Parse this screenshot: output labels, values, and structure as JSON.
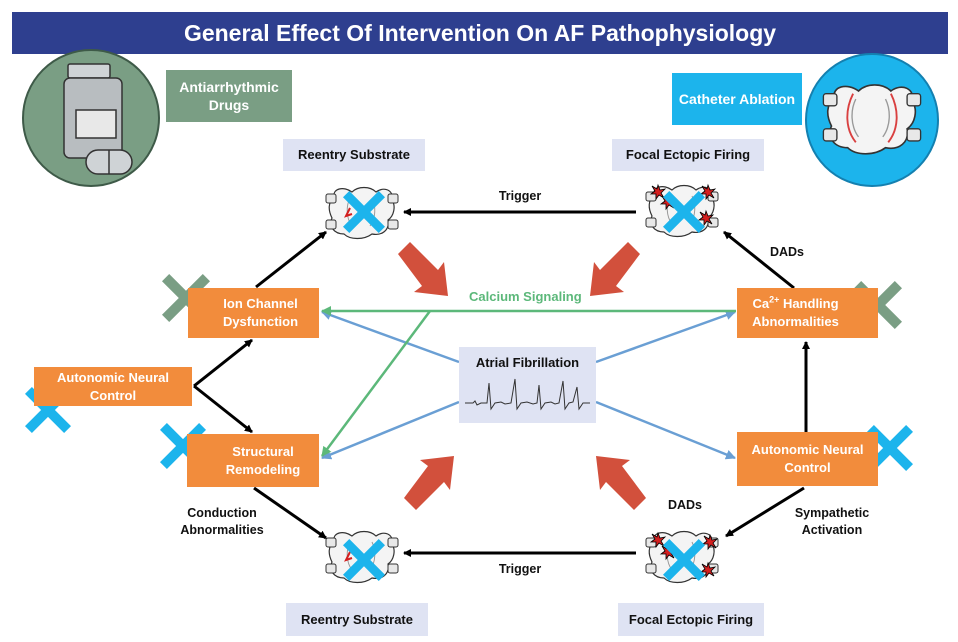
{
  "title": "General Effect Of Intervention On AF Pathophysiology",
  "legend": {
    "drugs": "Antiarrhythmic Drugs",
    "ablation": "Catheter Ablation"
  },
  "nodes": {
    "reentry_top": "Reentry Substrate",
    "focal_top": "Focal Ectopic Firing",
    "ion_channel": "Ion Channel Dysfunction",
    "ca_handling_pre": "Ca",
    "ca_handling_sup": "2+",
    "ca_handling_post": " Handling Abnormalities",
    "autonomic_left": "Autonomic Neural Control",
    "structural": "Structural Remodeling",
    "autonomic_right": "Autonomic Neural Control",
    "reentry_bottom": "Reentry Substrate",
    "focal_bottom": "Focal Ectopic Firing",
    "center": "Atrial Fibrillation"
  },
  "edge_labels": {
    "trigger_top": "Trigger",
    "dads_top": "DADs",
    "calcium": "Calcium Signaling",
    "conduction": "Conduction Abnormalities",
    "dads_bottom": "DADs",
    "sympathetic": "Sympathetic Activation",
    "trigger_bottom": "Trigger"
  },
  "colors": {
    "title_bg": "#2e3f8f",
    "node_orange": "#f28c3c",
    "node_lavender": "#dfe3f3",
    "drug_green": "#7a9e84",
    "ablation_cyan": "#1cb4ec",
    "edge_blue": "#6a9fd4",
    "edge_green": "#5cb87a",
    "arrow_red": "#d2503c"
  },
  "icons": [
    "pill-bottle-icon",
    "heart-atria-icon",
    "x-mark-icon",
    "ecg-trace-icon"
  ]
}
